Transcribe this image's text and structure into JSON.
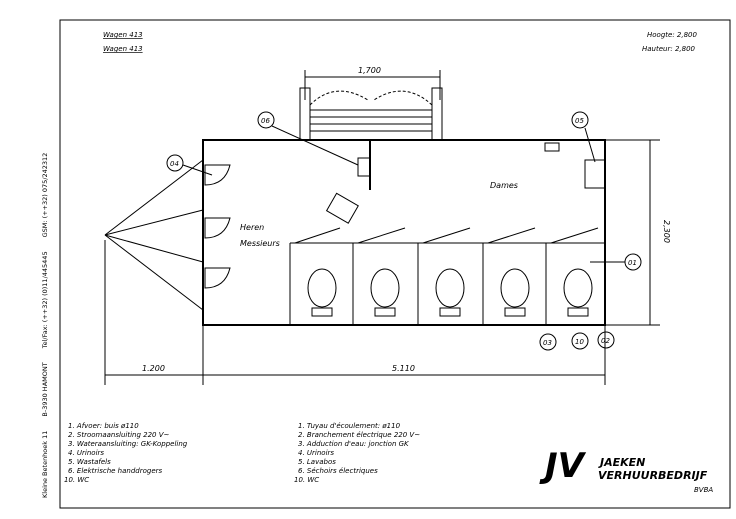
{
  "title_nl": "Wagen 413",
  "title_fr": "Wagen 413",
  "height_nl": "Hoogte: 2,800",
  "height_fr": "Hauteur: 2,800",
  "dims": {
    "door": "1,700",
    "left": "1.200",
    "total": "5.110",
    "depth": "2,300"
  },
  "rooms": {
    "men1": "Heren",
    "men2": "Messieurs",
    "women": "Dames"
  },
  "callouts": [
    "01",
    "02",
    "03",
    "04",
    "05",
    "06",
    "10"
  ],
  "legend_nl": [
    "1. Afvoer: buis ø110",
    "2. Stroomaansluiting 220 V~",
    "3. Wateraansluiting: GK-Koppeling",
    "4. Urinoirs",
    "5. Wastafels",
    "6. Elektrische handdrogers",
    "10. WC"
  ],
  "legend_fr": [
    "1. Tuyau d'écoulement: ø110",
    "2. Branchement électrique 220 V~",
    "3. Adduction d'eau: jonction GK",
    "4. Urinoirs",
    "5. Lavabos",
    "6. Séchoirs électriques",
    "10. WC"
  ],
  "sidebar": {
    "address": "Kleine Betenhoek 11",
    "city": "B-3930 HAMONT",
    "tel": "Tel/Fax: (++32) (0)11/445445",
    "gsm": "GSM: (++32) 075/242312"
  },
  "logo": {
    "mark": "JV",
    "line1": "JAEKEN",
    "line2": "VERHUURBEDRIJF",
    "line3": "BVBA"
  }
}
